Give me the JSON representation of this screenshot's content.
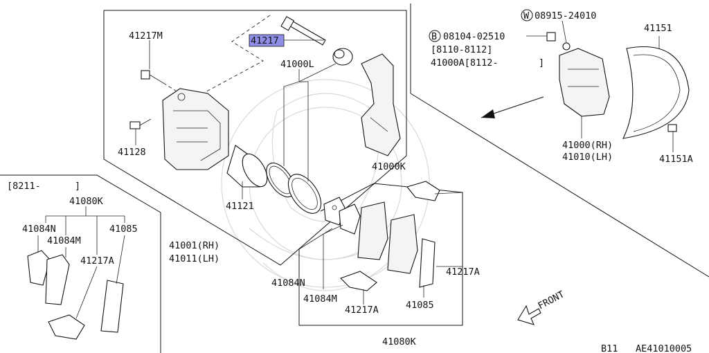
{
  "labels": {
    "n41217M": "41217M",
    "n41217_hl": "41217",
    "n41000L": "41000L",
    "n41128": "41128",
    "n41121": "41121",
    "n41001": "41001(RH)",
    "n41011": "41011(LH)",
    "n41000K": "41000K",
    "n41084N": "41084N",
    "n41084M": "41084M",
    "n41217A_mid": "41217A",
    "n41217A_right": "41217A",
    "n41085_mid": "41085",
    "n41080K_bottom": "41080K",
    "bolt_w": "W",
    "n08915": "08915-24010",
    "bolt_b": "B",
    "n08104": "08104-02510",
    "n8110": "[8110-8112]",
    "n41000A": "41000A[8112-",
    "n41000A_close": "]",
    "n41151": "41151",
    "n41000RH": "41000(RH)",
    "n41010LH": "41010(LH)",
    "n41151A": "41151A",
    "left_range_open": "[8211-",
    "left_range_close": "]",
    "left_41080K": "41080K",
    "left_41084N": "41084N",
    "left_41085": "41085",
    "left_41084M": "41084M",
    "left_41217A": "41217A",
    "front": "FRONT",
    "footer_model": "B11",
    "footer_code": "AE41010005"
  },
  "colors": {
    "highlight_fill": "#8f8fe8",
    "ink": "#111111",
    "watermark": "#d9d9d9"
  }
}
